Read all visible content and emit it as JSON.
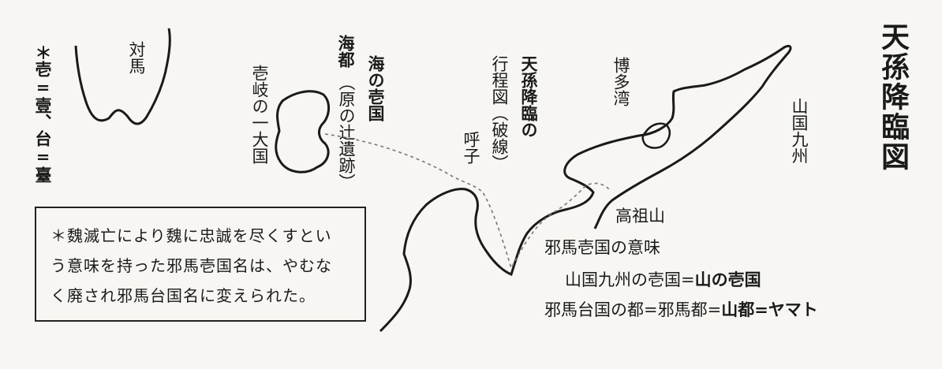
{
  "title": "天孫降臨図",
  "labels": {
    "note_iki": "＊壱=壹、台=臺",
    "tsushima": "対馬",
    "iki_island": "壱岐の一大国",
    "umi_no_ikkoku": "海の壱国",
    "kaito": "海都",
    "kaito_sub": "（原の辻遺跡）",
    "tenson_route_a": "天孫降臨の",
    "tenson_route_b": "行程図（破線）",
    "yobuko": "呼子",
    "hakata_bay": "博多湾",
    "yamakuni_kyushu": "山国九州",
    "takasoyama": "高祖山",
    "yamaikoku_meaning": "邪馬壱国の意味",
    "line1_normal": "山国九州の壱国=",
    "line1_bold": "山の壱国",
    "line2_normal": "邪馬台国の都=邪馬都=",
    "line2_bold": "山都=ヤマト"
  },
  "note_box": {
    "lines": [
      "＊魏滅亡により魏に忠誠を尽くすとい",
      "う意味を持った邪馬壱国名は、やむな",
      "く廃され邪馬台国名に変えられた。"
    ]
  },
  "colors": {
    "ink": "#1a1a1a",
    "paper": "#f7f6f2",
    "route": "#777777"
  }
}
